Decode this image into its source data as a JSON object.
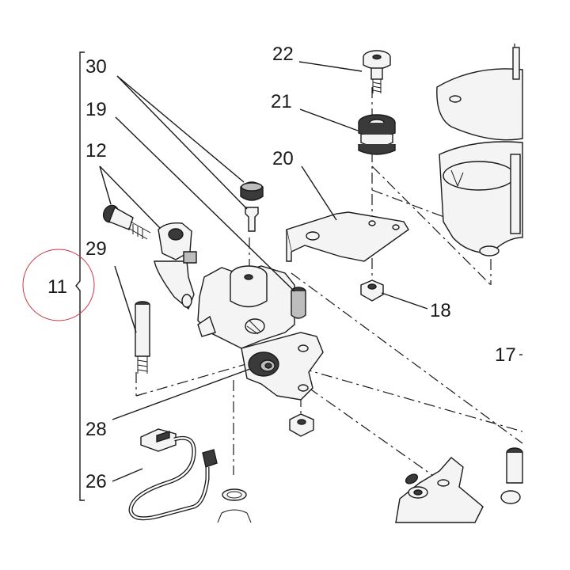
{
  "diagram": {
    "callouts": [
      {
        "id": "c22",
        "label": "22"
      },
      {
        "id": "c30",
        "label": "30"
      },
      {
        "id": "c21",
        "label": "21"
      },
      {
        "id": "c19",
        "label": "19"
      },
      {
        "id": "c20",
        "label": "20"
      },
      {
        "id": "c12",
        "label": "12"
      },
      {
        "id": "c29",
        "label": "29"
      },
      {
        "id": "c11",
        "label": "11"
      },
      {
        "id": "c18",
        "label": "18"
      },
      {
        "id": "c17",
        "label": "17"
      },
      {
        "id": "c28",
        "label": "28"
      },
      {
        "id": "c26",
        "label": "26"
      }
    ],
    "colors": {
      "ink": "#1a1a1a",
      "part_fill": "#f4f4f4",
      "rubber_fill": "#3a3a3a",
      "grey_fill": "#bdbdbd",
      "annotation_circle": "#cc3344"
    }
  }
}
